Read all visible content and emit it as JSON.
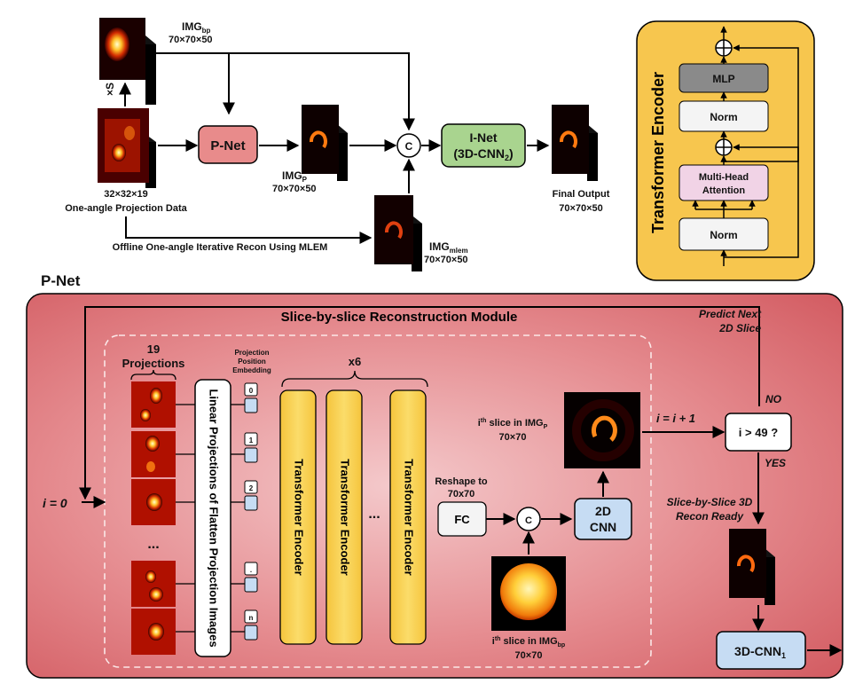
{
  "top": {
    "img_bp": {
      "name": "IMG",
      "sub": "bp",
      "dims": "70×70×50"
    },
    "scale_label": "×S",
    "proj_dims": "32×32×19",
    "proj_caption": "One-angle Projection Data",
    "pnet_box": "P-Net",
    "img_p": {
      "name": "IMG",
      "sub": "P",
      "dims": "70×70×50"
    },
    "concat": "C",
    "inet_line1": "I-Net",
    "inet_line2_main": "(3D-CNN",
    "inet_line2_sub": "2",
    "inet_line2_end": ")",
    "final_line1": "Final Output",
    "final_line2": "70×70×50",
    "mlem_caption": "Offline One-angle Iterative Recon Using MLEM",
    "img_mlem": {
      "name": "IMG",
      "sub": "mlem",
      "dims": "70×70×50"
    }
  },
  "encoder_panel": {
    "title": "Transformer Encoder",
    "mlp": "MLP",
    "norm_top": "Norm",
    "attn_line1": "Multi-Head",
    "attn_line2": "Attention",
    "norm_bottom": "Norm"
  },
  "pnet_section": {
    "heading": "P-Net",
    "module_title": "Slice-by-slice Reconstruction Module",
    "projections_line1": "19",
    "projections_line2": "Projections",
    "linear_proj": "Linear Projections of Flatten Projection Images",
    "pos_line1": "Projection",
    "pos_line2": "Position",
    "pos_line3": "Embedding",
    "pos_tokens": [
      "0",
      "1",
      "2",
      ".",
      "n"
    ],
    "repeat": "x6",
    "encoder_label": "Transformer Encoder",
    "ellipsis": "...",
    "proj_ellipsis": "...",
    "reshape_line1": "Reshape to",
    "reshape_line2": "70x70",
    "fc": "FC",
    "concat": "C",
    "cnn2d_line1": "2D",
    "cnn2d_line2": "CNN",
    "slice_p_sup": "th",
    "slice_p_text": " slice in IMG",
    "slice_p_sub": "P",
    "slice_p_dims": "70×70",
    "slice_bp_sup": "th",
    "slice_bp_text": " slice in IMG",
    "slice_bp_sub": "bp",
    "slice_bp_dims": "70×70",
    "slice_index": "i",
    "i_init": "i = 0",
    "i_incr": "i = i + 1",
    "condition": "i > 49 ?",
    "no": "NO",
    "yes": "YES",
    "predict_line1": "Predict Next",
    "predict_line2": "2D Slice",
    "ready_line1": "Slice-by-Slice 3D",
    "ready_line2": "Recon Ready",
    "cnn3d_main": "3D-CNN",
    "cnn3d_sub": "1"
  },
  "colors": {
    "pnet_bg": "#d9595e",
    "encoder_panel_bg": "#f7c64e",
    "encoder_bar": "#f9d24a",
    "pnet_box": "#e88b8b",
    "inet_box": "#a9d48f",
    "cnn_box": "#c6dcf3",
    "mlp_box": "#8a8a8a",
    "attention_box": "#f1d3e6"
  }
}
